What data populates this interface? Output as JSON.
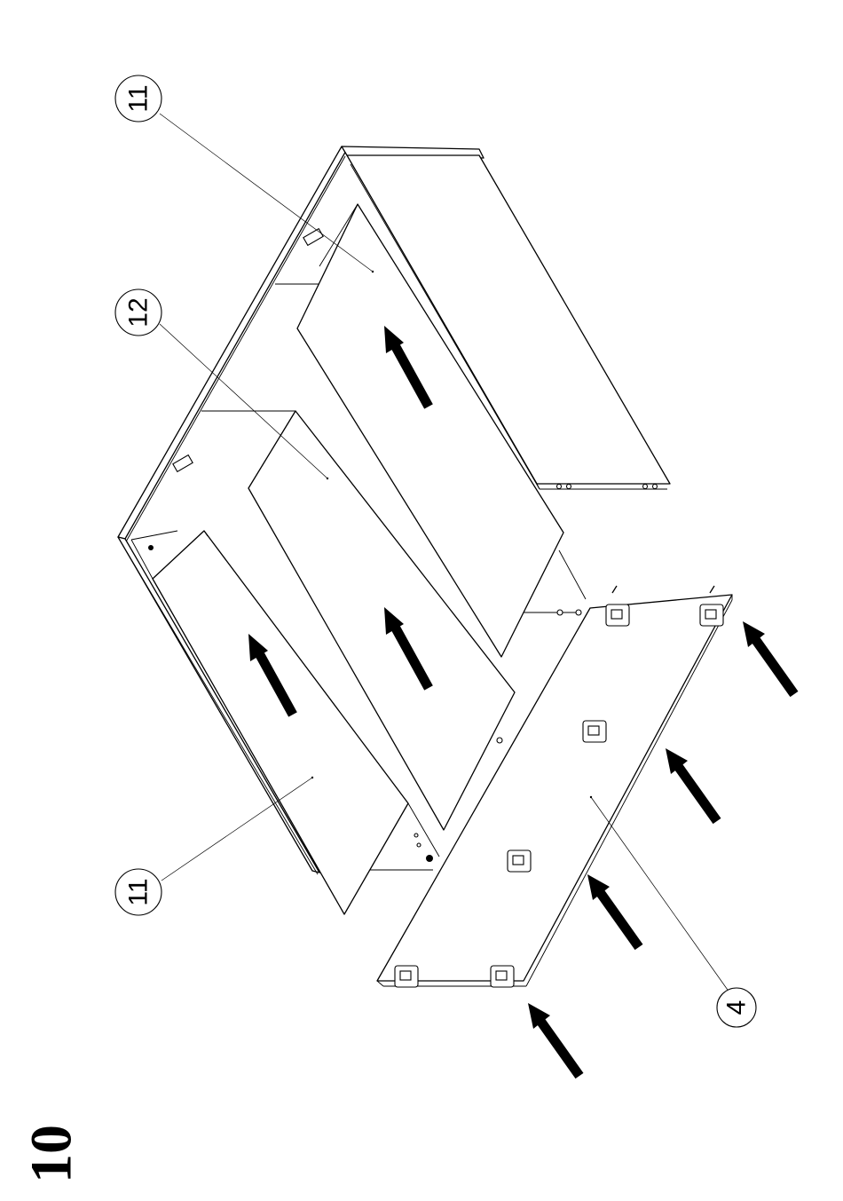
{
  "step": {
    "number": "10"
  },
  "callouts": [
    {
      "id": "top-left",
      "label": "11"
    },
    {
      "id": "middle",
      "label": "12"
    },
    {
      "id": "bottom-left",
      "label": "11"
    },
    {
      "id": "back",
      "label": "4"
    }
  ],
  "colors": {
    "ink": "#000000",
    "paper": "#ffffff"
  }
}
